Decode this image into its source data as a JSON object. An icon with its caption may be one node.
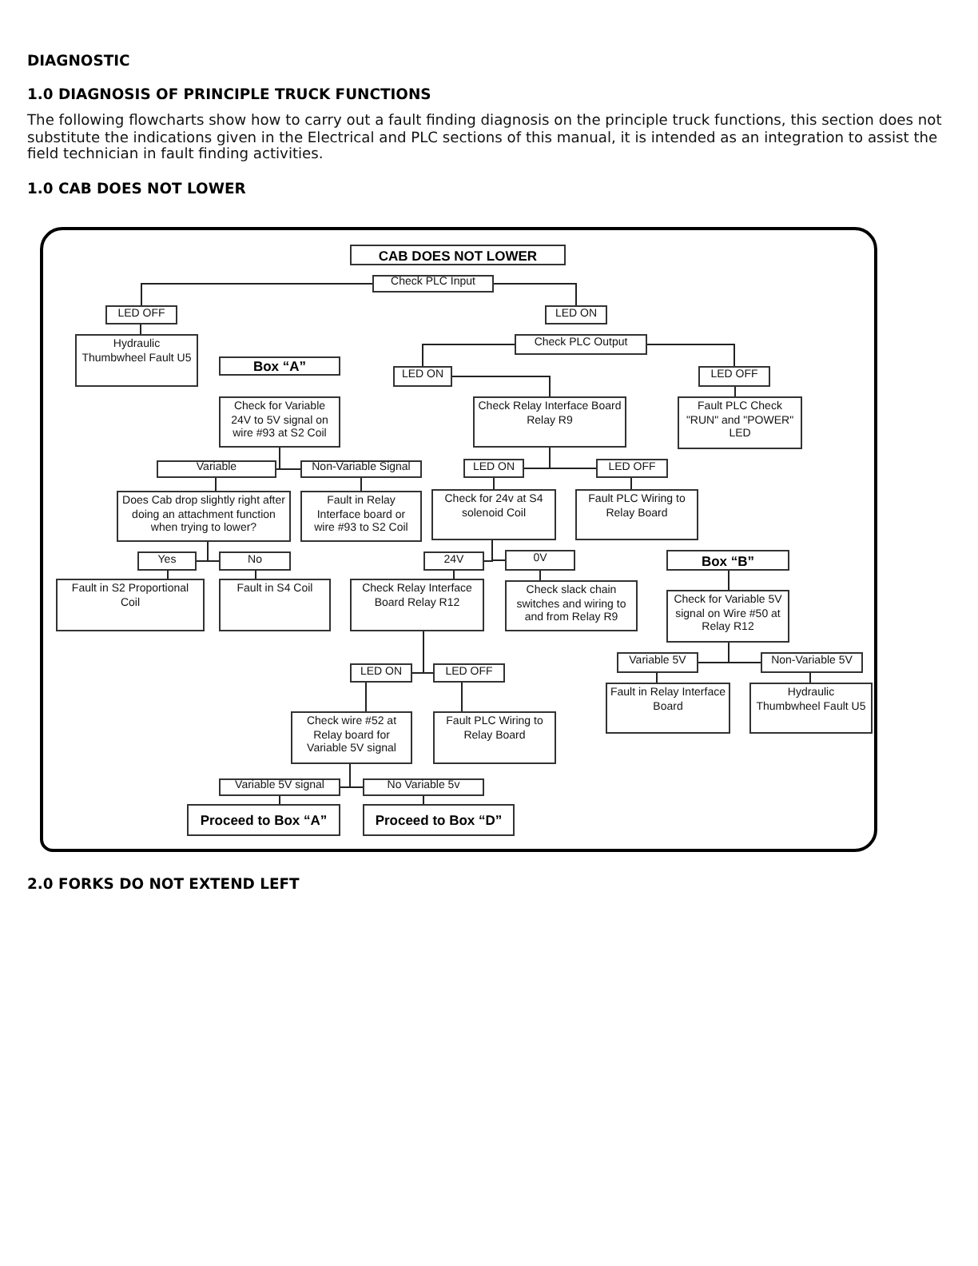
{
  "diagram": {
    "title": "1.0 CAB DOES NOT LOWER",
    "nodes": [
      {
        "text": [
          "CAB DOES NOT LOWER"
        ]
      },
      {
        "text": [
          "Check PLC Input"
        ]
      },
      {
        "text": [
          "LED OFF"
        ]
      },
      {
        "text": [
          "Hydraulic Thumbwheel Fault U5"
        ]
      },
      {
        "text": [
          "LED ON"
        ]
      },
      {
        "text": [
          "Check PLC Output"
        ]
      },
      {
        "text": [
          "Box “A”"
        ]
      },
      {
        "text": [
          "LED ON"
        ]
      },
      {
        "text": [
          "LED OFF"
        ]
      },
      {
        "text": [
          "Check for Variable 24V to 5V signal on wire #93 at S2 Coil"
        ]
      },
      {
        "text": [
          "Check Relay Interface Board Relay R9"
        ]
      },
      {
        "text": [
          "Fault PLC Check \"RUN\" and \"POWER\" LED"
        ]
      },
      {
        "text": [
          "Variable"
        ]
      },
      {
        "text": [
          "Non-Variable Signal"
        ]
      },
      {
        "text": [
          "LED ON"
        ]
      },
      {
        "text": [
          "LED OFF"
        ]
      },
      {
        "text": [
          "Does Cab drop slightly right after doing an attachment function when trying to lower?"
        ]
      },
      {
        "text": [
          "Fault in Relay Interface board or wire #93 to S2 Coil"
        ]
      },
      {
        "text": [
          "Check for 24v at S4 solenoid Coil"
        ]
      },
      {
        "text": [
          "Fault PLC Wiring to Relay Board"
        ]
      },
      {
        "text": [
          "Yes"
        ]
      },
      {
        "text": [
          "No"
        ]
      },
      {
        "text": [
          "24V"
        ]
      },
      {
        "text": [
          "0V"
        ]
      },
      {
        "text": [
          "Box “B”"
        ]
      },
      {
        "text": [
          "Fault in S2 Proportional Coil"
        ]
      },
      {
        "text": [
          "Fault in S4 Coil"
        ]
      },
      {
        "text": [
          "Check Relay Interface Board Relay R12"
        ]
      },
      {
        "text": [
          "Check slack chain switches and wiring to and from Relay R9"
        ]
      },
      {
        "text": [
          "Check for Variable 5V signal on Wire #50 at Relay R12"
        ]
      },
      {
        "text": [
          "Variable 5V"
        ]
      },
      {
        "text": [
          "Non-Variable 5V"
        ]
      },
      {
        "text": [
          "LED ON"
        ]
      },
      {
        "text": [
          "LED OFF"
        ]
      },
      {
        "text": [
          "Fault in Relay Interface Board"
        ]
      },
      {
        "text": [
          "Hydraulic Thumbwheel Fault U5"
        ]
      },
      {
        "text": [
          "Check wire #52 at Relay board for Variable 5V signal"
        ]
      },
      {
        "text": [
          "Fault PLC Wiring to Relay Board"
        ]
      },
      {
        "text": [
          "Variable 5V signal"
        ]
      },
      {
        "text": [
          "No Variable 5v"
        ]
      },
      {
        "text": [
          "Proceed to Box “A”"
        ]
      },
      {
        "text": [
          "Proceed to Box “D”"
        ]
      }
    ],
    "edges": [
      {
        "from": 1,
        "to": 2,
        "arrow": "none"
      },
      {
        "from": 1,
        "to": 4,
        "arrow": "none"
      },
      {
        "from": 2,
        "to": 3,
        "arrow": "none"
      },
      {
        "from": 5,
        "to": 7,
        "arrow": "none"
      },
      {
        "from": 5,
        "to": 8,
        "arrow": "none"
      },
      {
        "from": 7,
        "to": 10,
        "arrow": "none"
      },
      {
        "from": 8,
        "to": 11,
        "arrow": "none"
      },
      {
        "from": 9,
        "to": 12,
        "arrow": "none"
      },
      {
        "from": 9,
        "to": 13,
        "arrow": "none"
      },
      {
        "from": 10,
        "to": 14,
        "arrow": "none"
      },
      {
        "from": 10,
        "to": 15,
        "arrow": "none"
      },
      {
        "from": 12,
        "to": 16,
        "arrow": "none"
      },
      {
        "from": 13,
        "to": 17,
        "arrow": "none"
      },
      {
        "from": 14,
        "to": 18,
        "arrow": "none"
      },
      {
        "from": 15,
        "to": 19,
        "arrow": "none"
      },
      {
        "from": 16,
        "to": 20,
        "arrow": "none"
      },
      {
        "from": 16,
        "to": 21,
        "arrow": "none"
      },
      {
        "from": 18,
        "to": 22,
        "arrow": "none"
      },
      {
        "from": 18,
        "to": 23,
        "arrow": "none"
      },
      {
        "from": 20,
        "to": 25,
        "arrow": "none"
      },
      {
        "from": 21,
        "to": 26,
        "arrow": "none"
      },
      {
        "from": 22,
        "to": 27,
        "arrow": "none"
      },
      {
        "from": 23,
        "to": 28,
        "arrow": "none"
      },
      {
        "from": 24,
        "to": 29,
        "arrow": "none"
      },
      {
        "from": 27,
        "to": 32,
        "arrow": "none"
      },
      {
        "from": 27,
        "to": 33,
        "arrow": "none"
      },
      {
        "from": 29,
        "to": 30,
        "arrow": "none"
      },
      {
        "from": 29,
        "to": 31,
        "arrow": "none"
      },
      {
        "from": 30,
        "to": 34,
        "arrow": "none"
      },
      {
        "from": 31,
        "to": 35,
        "arrow": "none"
      },
      {
        "from": 32,
        "to": 36,
        "arrow": "none"
      },
      {
        "from": 33,
        "to": 37,
        "arrow": "none"
      },
      {
        "from": 36,
        "to": 38,
        "arrow": "none"
      },
      {
        "from": 36,
        "to": 39,
        "arrow": "none"
      },
      {
        "from": 38,
        "to": 40,
        "arrow": "none"
      },
      {
        "from": 39,
        "to": 41,
        "arrow": "none"
      }
    ],
    "labels": [
      "DIAGNOSTIC",
      "1.0 DIAGNOSIS OF PRINCIPLE TRUCK FUNCTIONS",
      "The following flowcharts show how to carry out a fault finding diagnosis on the principle truck functions, this section does not substitute the indications given in the Electrical and PLC sections of this manual, it is intended as an integration to assist the field technician in fault finding activities.",
      "2.0 FORKS DO NOT EXTEND LEFT"
    ]
  }
}
